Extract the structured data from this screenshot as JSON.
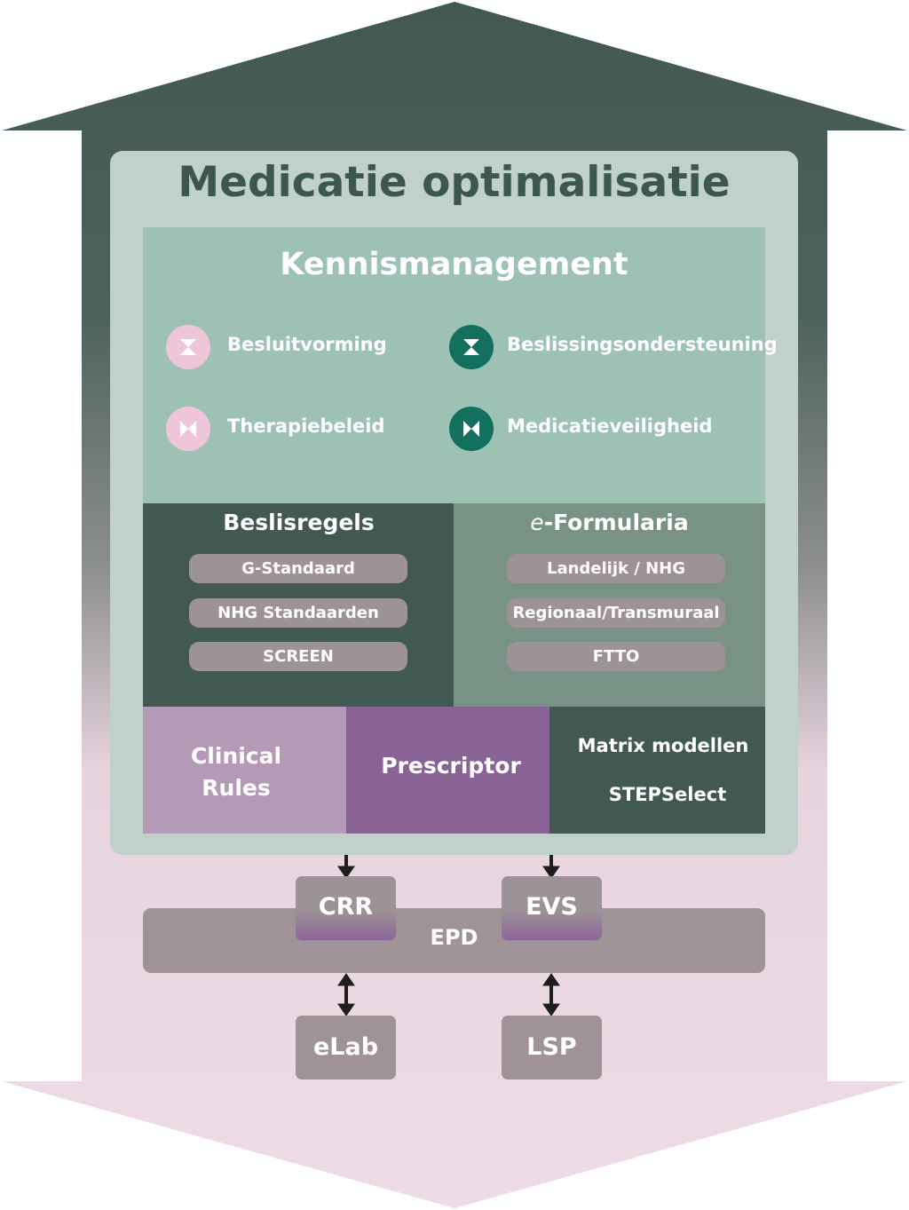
{
  "title": "Medicatie optimalisatie",
  "kennismanagement": {
    "title": "Kennismanagement",
    "items": [
      {
        "label": "Besluitvorming",
        "icon": "hourglass-icon",
        "color": "#efc6d9"
      },
      {
        "label": "Beslissingsondersteuning",
        "icon": "hourglass-icon",
        "color": "#13705e"
      },
      {
        "label": "Therapiebeleid",
        "icon": "bowtie-icon",
        "color": "#efc6d9"
      },
      {
        "label": "Medicatieveiligheid",
        "icon": "bowtie-icon",
        "color": "#13705e"
      }
    ]
  },
  "beslisregels": {
    "title": "Beslisregels",
    "items": [
      "G-Standaard",
      "NHG Standaarden",
      "SCREEN"
    ]
  },
  "eformularia": {
    "title_prefix": "e",
    "title_rest": "-Formularia",
    "items": [
      "Landelijk / NHG",
      "Regionaal/Transmuraal",
      "FTTO"
    ]
  },
  "modules": {
    "clinical_rules_line1": "Clinical",
    "clinical_rules_line2": "Rules",
    "prescriptor": "Prescriptor",
    "matrix": "Matrix modellen",
    "stepselect": "STEPSelect"
  },
  "systems": {
    "crr": "CRR",
    "evs": "EVS",
    "epd": "EPD",
    "elab": "eLab",
    "lsp": "LSP"
  },
  "colors": {
    "roof": "#445a53",
    "pink": "#ecd8e4",
    "panel": "#c1d0c8",
    "kennis": "#9dc2b3",
    "dark_green": "#425853",
    "mid_green": "#789286",
    "grey_pill": "#9d9297",
    "purple_light": "#b59ab8",
    "purple": "#8a6396"
  }
}
